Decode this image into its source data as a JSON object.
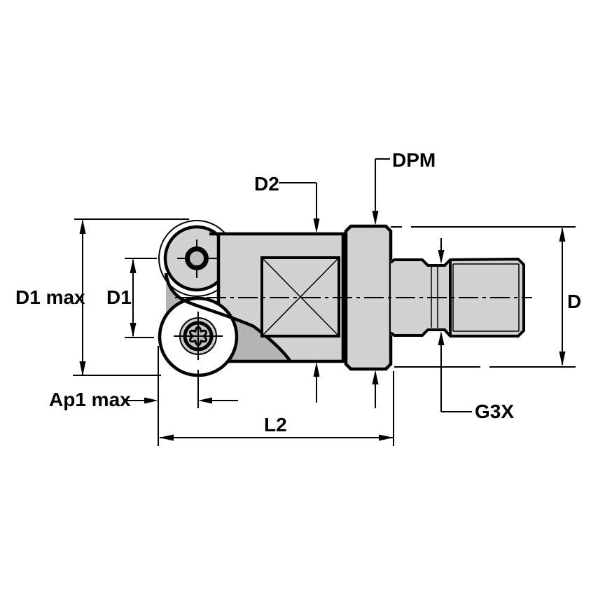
{
  "drawing": {
    "labels": {
      "d1max": "D1 max",
      "d1": "D1",
      "ap1max": "Ap1 max",
      "l2": "L2",
      "d2": "D2",
      "dpm": "DPM",
      "g3x": "G3X",
      "d": "D"
    },
    "colors": {
      "body_gray": "#d2d2d2",
      "gash_gray": "#b4b4b4",
      "screw_inner_gray": "#bdbdbd",
      "torx_ring_gray": "#cfcfcf",
      "torx_face_gray": "#c6c6c6",
      "torx_star_gray": "#b9b9b9",
      "line_black": "#000000",
      "background": "#ffffff"
    }
  }
}
